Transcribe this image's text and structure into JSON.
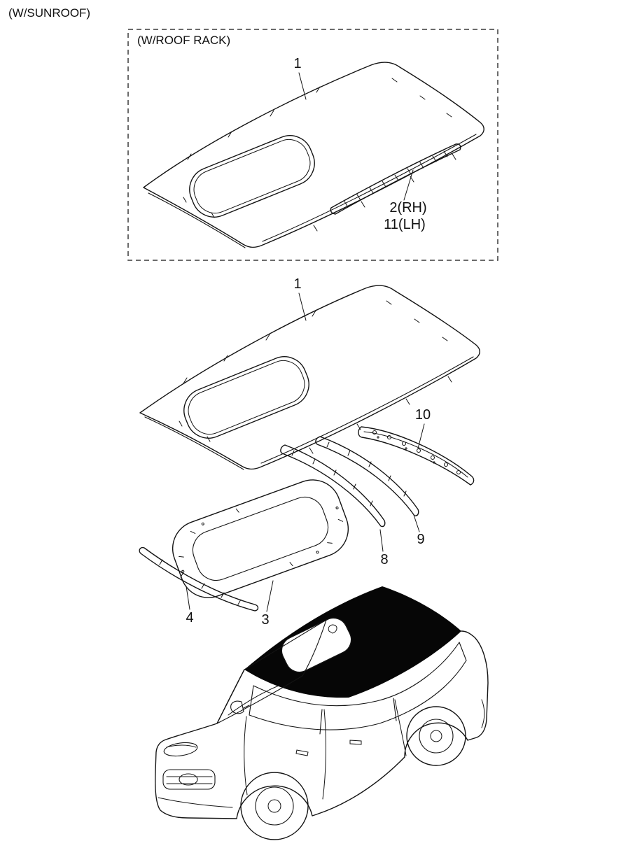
{
  "colors": {
    "background": "#ffffff",
    "line": "#141414",
    "roof_blackout": "#060606"
  },
  "diagram": {
    "variant_label": "(W/SUNROOF)",
    "inset_label": "(W/ROOF RACK)",
    "callouts": {
      "rack_roof_panel": "1",
      "rack_rail_rh": "2(RH)",
      "rack_rail_lh": "11(LH)",
      "roof_panel": "1",
      "rail_rear": "10",
      "bow_rear": "9",
      "bow_front": "8",
      "sunroof_frame": "3",
      "rail_front": "4"
    }
  }
}
